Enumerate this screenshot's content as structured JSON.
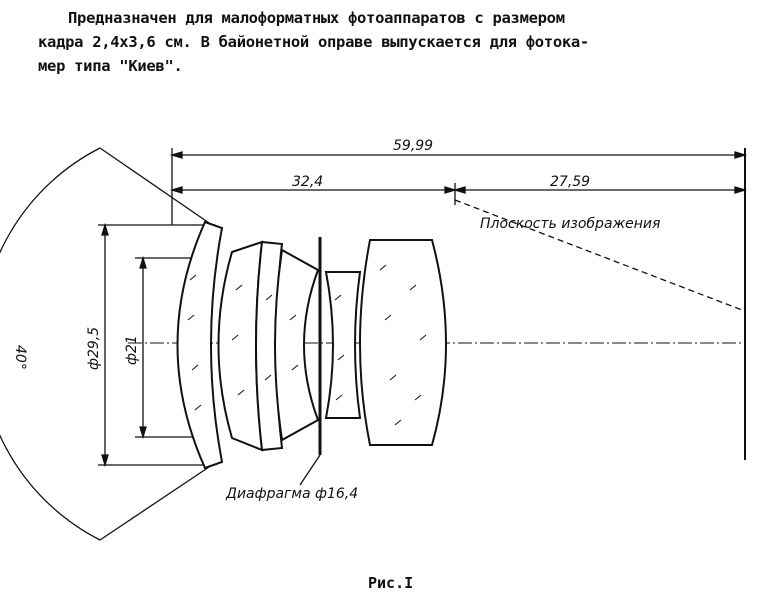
{
  "text": {
    "line1": "Предназначен для малоформатных фотоаппаратов с размером",
    "line2": "кадра 2,4х3,6 см. В байонетной оправе выпускается для фотока-",
    "line3": "мер типа \"Киев\"."
  },
  "diagram": {
    "dim_total": "59,99",
    "dim_front": "32,4",
    "dim_back": "27,59",
    "image_plane_label": "Плоскость изображения",
    "dia_outer": "ф29,5",
    "dia_inner": "ф21",
    "diaphragm_label": "Диафрагма ф16,4",
    "field_angle": "40°"
  },
  "caption": "Рис.I"
}
